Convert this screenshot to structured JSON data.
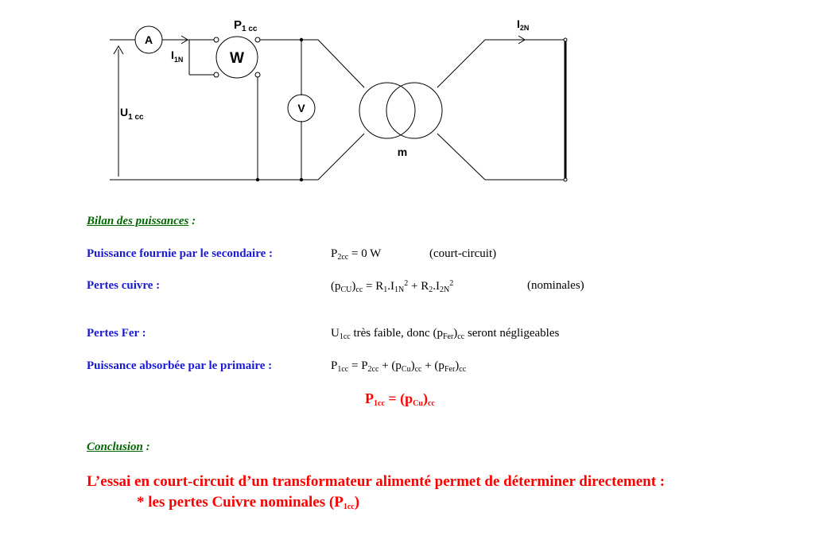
{
  "circuit": {
    "ammeter": "A",
    "wattmeter": "W",
    "voltmeter": "V",
    "p1cc_main": "P",
    "p1cc_sub": "1 cc",
    "i1n_main": "I",
    "i1n_sub": "1N",
    "i2n_main": "I",
    "i2n_sub": "2N",
    "u1cc_main": "U",
    "u1cc_sub": "1 cc",
    "transformer_label": "m"
  },
  "bilan": {
    "heading": "Bilan des puissances",
    "heading_colon": " :",
    "rows": [
      {
        "label": "Puissance fournie par le secondaire :"
      },
      {
        "label": "Pertes cuivre :"
      },
      {
        "label": "Pertes Fer :"
      },
      {
        "label": "Puissance absorbée par le primaire :"
      }
    ],
    "f1_a": "P",
    "f1_b": "2cc",
    "f1_c": " = 0 W",
    "f1_note": "(court-circuit)",
    "f2_a": "(p",
    "f2_b": "CU",
    "f2_c": ")",
    "f2_d": "cc",
    "f2_e": " = R",
    "f2_f": "1",
    "f2_g": ".I",
    "f2_h": "1N",
    "f2_i": "2",
    "f2_j": " + R",
    "f2_k": "2",
    "f2_l": ".I",
    "f2_m": "2N",
    "f2_n": "2",
    "f2_note": "(nominales)",
    "f3_a": "U",
    "f3_b": "1cc",
    "f3_c": " très faible, donc (p",
    "f3_d": "Fer",
    "f3_e": ")",
    "f3_f": "cc",
    "f3_g": " seront négligeables",
    "f4_a": "P",
    "f4_b": "1cc",
    "f4_c": " = P",
    "f4_d": "2cc",
    "f4_e": " + (p",
    "f4_f": "Cu",
    "f4_g": ")",
    "f4_h": "cc",
    "f4_i": " + (p",
    "f4_j": "Fer",
    "f4_k": ")",
    "f4_l": "cc",
    "r_a": "P",
    "r_b": "1cc",
    "r_c": " = (p",
    "r_d": "Cu",
    "r_e": ")",
    "r_f": "cc"
  },
  "conclusion": {
    "heading": "Conclusion",
    "heading_colon": " :",
    "line1": "L’essai en court-circuit d’un transformateur alimenté permet de déterminer directement :",
    "line2_a": "* les pertes Cuivre nominales  (P",
    "line2_b": "1cc",
    "line2_c": ")"
  }
}
